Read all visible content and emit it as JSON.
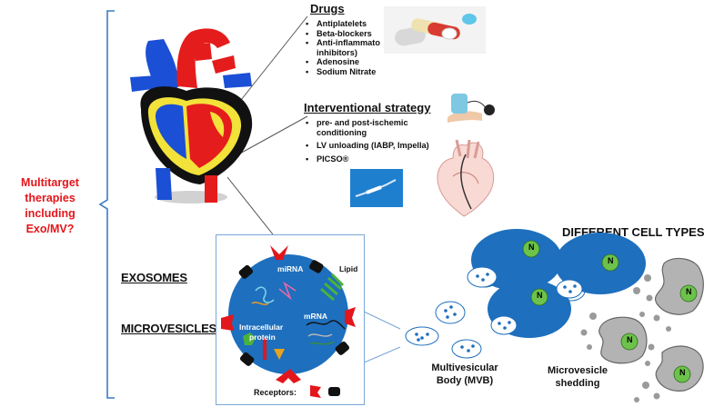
{
  "left_label": [
    "Multitarget",
    "therapies",
    "including",
    "Exo/MV?"
  ],
  "drugs": {
    "title": "Drugs",
    "items": [
      "Antiplatelets",
      "Beta-blockers",
      "Anti-inflammato",
      "inhibitors)",
      "Adenosine",
      "Sodium Nitrate"
    ]
  },
  "interventional": {
    "title": "Interventional strategy",
    "items": [
      "pre- and post-ischemic",
      "conditioning",
      "LV unloading (IABP, Impella)",
      "PICSO®"
    ]
  },
  "vesicle_labels": {
    "exosomes": "EXOSOMES",
    "microvesicles": "MICROVESICLES"
  },
  "vesicle_content": {
    "mirna": "miRNA",
    "lipid": "Lipid",
    "mrna": "mRNA",
    "protein_line1": "Intracellular",
    "protein_line2": "protein",
    "receptors": "Receptors:"
  },
  "cells": {
    "title": "DIFFERENT CELL TYPES",
    "nucleus": "N",
    "mvb_line1": "Multivesicular",
    "mvb_line2": "Body (MVB)",
    "shed_line1": "Microvesicle",
    "shed_line2": "shedding"
  },
  "colors": {
    "accent_red": "#e3161b",
    "vesicle_blue": "#1e6fbd",
    "nucleus_green": "#6cc24a",
    "bracket_blue": "#3a7cc2"
  }
}
